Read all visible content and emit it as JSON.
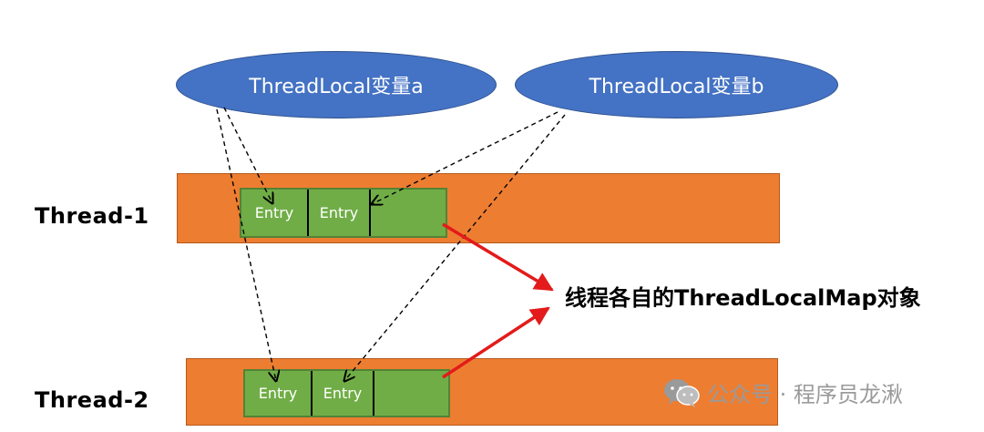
{
  "variables": {
    "a_label": "ThreadLocal变量a",
    "b_label": "ThreadLocal变量b"
  },
  "threads": [
    {
      "label": "Thread-1",
      "entries": [
        "Entry",
        "Entry",
        ""
      ]
    },
    {
      "label": "Thread-2",
      "entries": [
        "Entry",
        "Entry",
        ""
      ]
    }
  ],
  "caption": "线程各自的ThreadLocalMap对象",
  "watermark": {
    "text": "公众号 · 程序员龙湫",
    "icon": "wechat-icon"
  },
  "colors": {
    "variable_fill": "#4472c4",
    "thread_fill": "#ed7d31",
    "entry_fill": "#70ad47",
    "arrow_red": "#e31b1b"
  }
}
